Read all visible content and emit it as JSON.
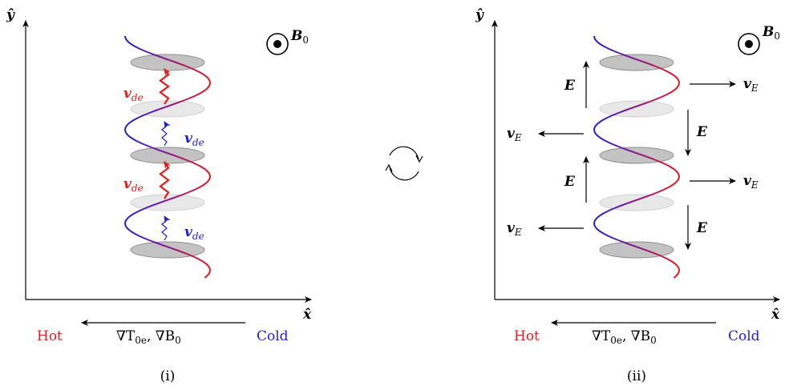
{
  "colors": {
    "hot": "#e41a1c",
    "cold": "#1f1fd6",
    "disk_dark": "#b9b9b9",
    "disk_light": "#e4e4e4"
  },
  "symbols": {
    "y_hat": "ŷ",
    "x_hat": "x̂",
    "B0_main": "B",
    "B0_sub": "0",
    "v": "v",
    "de_sub": "de",
    "E": "E",
    "E_sub": "E"
  },
  "gradient": {
    "hot": "Hot",
    "cold": "Cold",
    "label_a": "∇T",
    "label_a_sub": "0e",
    "label_sep": ", ∇B",
    "label_b_sub": "0"
  },
  "panels": [
    {
      "caption": "(i)"
    },
    {
      "caption": "(ii)"
    }
  ],
  "icons": {
    "cycle": "cycle-arrows-icon",
    "field_out": "field-out-of-page-icon"
  }
}
